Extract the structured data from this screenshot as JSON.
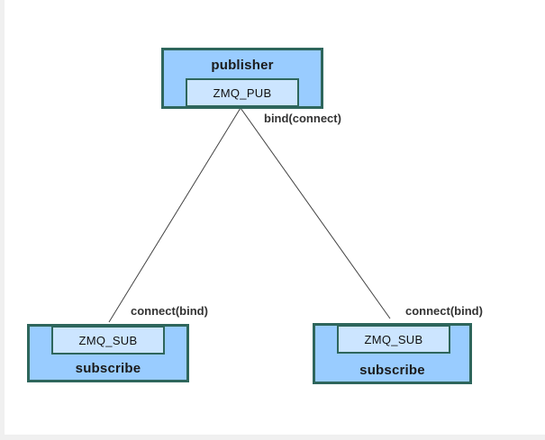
{
  "diagram": {
    "publisher": {
      "title": "publisher",
      "socket_label": "ZMQ_PUB"
    },
    "subscriber_left": {
      "title": "subscribe",
      "socket_label": "ZMQ_SUB"
    },
    "subscriber_right": {
      "title": "subscribe",
      "socket_label": "ZMQ_SUB"
    },
    "edges": {
      "publisher_edge_label": "bind(connect)",
      "subscriber_left_edge_label": "connect(bind)",
      "subscriber_right_edge_label": "connect(bind)"
    },
    "colors": {
      "node_fill": "#99ccff",
      "socket_fill": "#cce5ff",
      "node_border": "#2e665c",
      "edge_line": "#424242",
      "title_text": "#1a1a1a",
      "edge_label_text": "#333333",
      "page_edge_strip": "#f0f0f0"
    }
  }
}
